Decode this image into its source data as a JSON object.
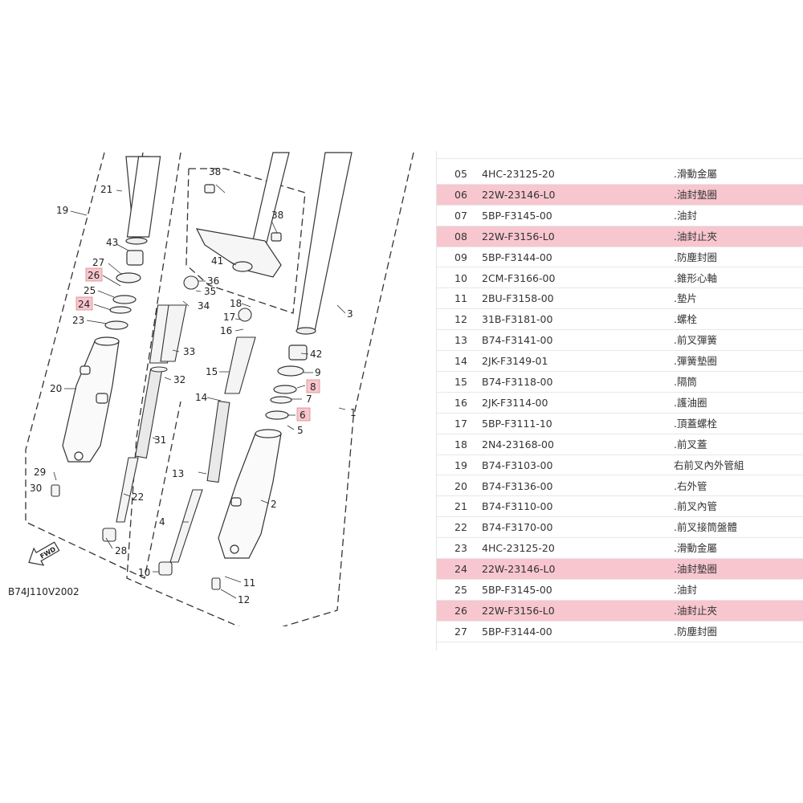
{
  "diagram": {
    "code": "B74J110V2002",
    "fwd_label": "FWD",
    "callouts": [
      "1",
      "2",
      "3",
      "4",
      "5",
      "6",
      "7",
      "8",
      "9",
      "10",
      "11",
      "12",
      "13",
      "14",
      "15",
      "16",
      "17",
      "18",
      "19",
      "20",
      "21",
      "22",
      "23",
      "24",
      "25",
      "26",
      "27",
      "28",
      "29",
      "30",
      "31",
      "32",
      "33",
      "34",
      "35",
      "36",
      "38",
      "38",
      "41",
      "42",
      "43"
    ],
    "highlighted_callouts": [
      "6",
      "8",
      "24",
      "26"
    ],
    "highlight_color": "#f7c6cf"
  },
  "parts": [
    {
      "no": "05",
      "part": "4HC-23125-20",
      "name": ".滑動金屬",
      "highlight": false
    },
    {
      "no": "06",
      "part": "22W-23146-L0",
      "name": ".油封墊圈",
      "highlight": true
    },
    {
      "no": "07",
      "part": "5BP-F3145-00",
      "name": ".油封",
      "highlight": false
    },
    {
      "no": "08",
      "part": "22W-F3156-L0",
      "name": ".油封止夾",
      "highlight": true
    },
    {
      "no": "09",
      "part": "5BP-F3144-00",
      "name": ".防塵封圈",
      "highlight": false
    },
    {
      "no": "10",
      "part": "2CM-F3166-00",
      "name": ".錐形心軸",
      "highlight": false
    },
    {
      "no": "11",
      "part": "2BU-F3158-00",
      "name": ".墊片",
      "highlight": false
    },
    {
      "no": "12",
      "part": "31B-F3181-00",
      "name": ".螺栓",
      "highlight": false
    },
    {
      "no": "13",
      "part": "B74-F3141-00",
      "name": ".前叉彈簧",
      "highlight": false
    },
    {
      "no": "14",
      "part": "2JK-F3149-01",
      "name": ".彈簧墊圈",
      "highlight": false
    },
    {
      "no": "15",
      "part": "B74-F3118-00",
      "name": ".隔筒",
      "highlight": false
    },
    {
      "no": "16",
      "part": "2JK-F3114-00",
      "name": ".護油圈",
      "highlight": false
    },
    {
      "no": "17",
      "part": "5BP-F3111-10",
      "name": ".頂蓋螺栓",
      "highlight": false
    },
    {
      "no": "18",
      "part": "2N4-23168-00",
      "name": ".前叉蓋",
      "highlight": false
    },
    {
      "no": "19",
      "part": "B74-F3103-00",
      "name": "右前叉內外管組",
      "highlight": false
    },
    {
      "no": "20",
      "part": "B74-F3136-00",
      "name": ".右外管",
      "highlight": false
    },
    {
      "no": "21",
      "part": "B74-F3110-00",
      "name": ".前叉內管",
      "highlight": false
    },
    {
      "no": "22",
      "part": "B74-F3170-00",
      "name": ".前叉接筒盤體",
      "highlight": false
    },
    {
      "no": "23",
      "part": "4HC-23125-20",
      "name": ".滑動金屬",
      "highlight": false
    },
    {
      "no": "24",
      "part": "22W-23146-L0",
      "name": ".油封墊圈",
      "highlight": true
    },
    {
      "no": "25",
      "part": "5BP-F3145-00",
      "name": ".油封",
      "highlight": false
    },
    {
      "no": "26",
      "part": "22W-F3156-L0",
      "name": ".油封止夾",
      "highlight": true
    },
    {
      "no": "27",
      "part": "5BP-F3144-00",
      "name": ".防塵封圈",
      "highlight": false
    }
  ]
}
